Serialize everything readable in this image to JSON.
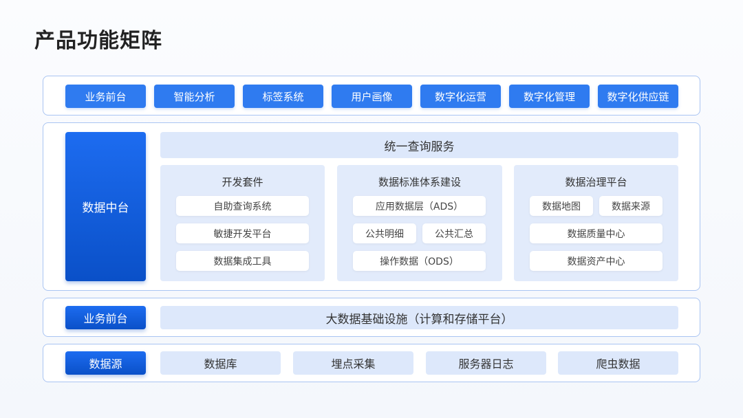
{
  "title": "产品功能矩阵",
  "business_frontend": [
    "业务前台",
    "智能分析",
    "标签系统",
    "用户画像",
    "数字化运营",
    "数字化管理",
    "数字化供应链"
  ],
  "data_platform": {
    "label": "数据中台",
    "query_service": "统一查询服务",
    "groups": [
      {
        "title": "开发套件",
        "items": [
          "自助查询系统",
          "敏捷开发平台",
          "数据集成工具"
        ]
      },
      {
        "title": "数据标准体系建设",
        "items": [
          "应用数据层（ADS）",
          "公共明细",
          "公共汇总",
          "操作数据（ODS）"
        ]
      },
      {
        "title": "数据治理平台",
        "items": [
          "数据地图",
          "数据来源",
          "数据质量中心",
          "数据资产中心"
        ]
      }
    ]
  },
  "infrastructure": {
    "label": "业务前台",
    "content": "大数据基础设施（计算和存储平台）"
  },
  "data_source": {
    "label": "数据源",
    "items": [
      "数据库",
      "埋点采集",
      "服务器日志",
      "爬虫数据"
    ]
  }
}
